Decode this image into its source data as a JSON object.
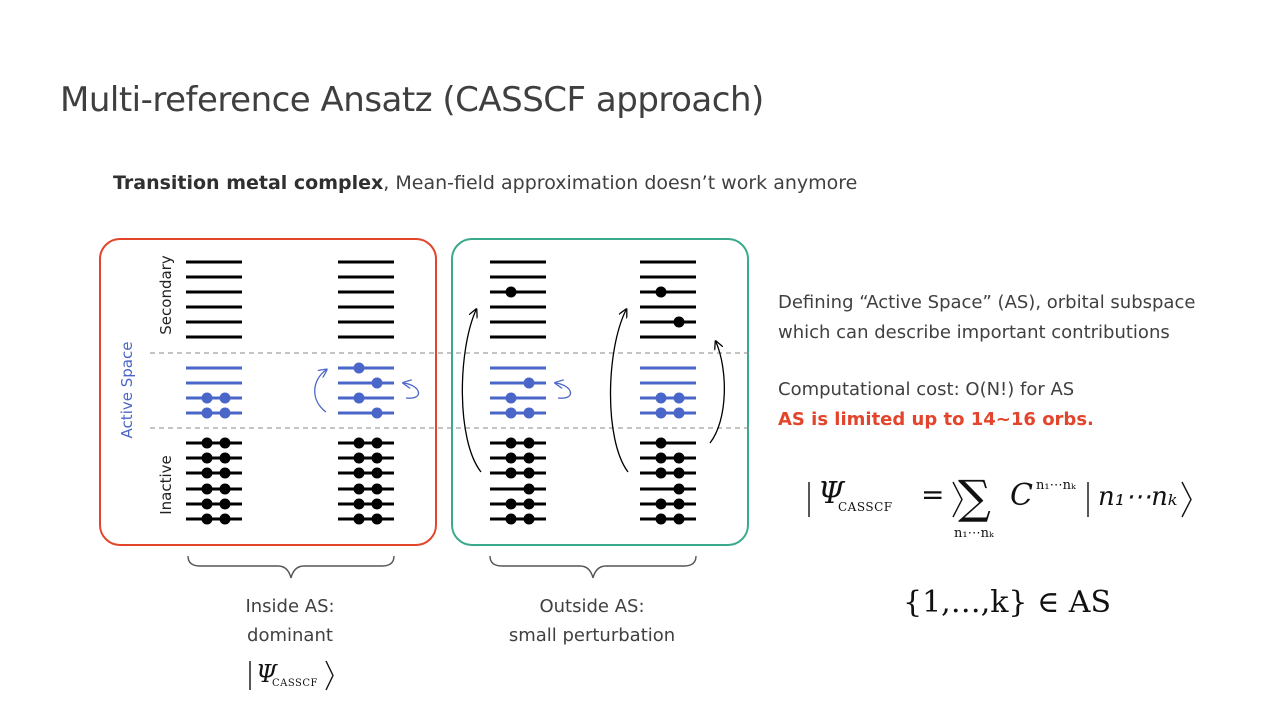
{
  "title": "Multi-reference Ansatz (CASSCF approach)",
  "subtitle": {
    "bold": "Transition metal complex",
    "rest": ", Mean-field approximation doesn’t work anymore"
  },
  "diagram": {
    "label_secondary": "Secondary",
    "label_active": "Active Space",
    "label_inactive": "Inactive",
    "colors": {
      "inside_box": "#e2452b",
      "outside_box": "#3aaa8c",
      "active": "#4a66c8",
      "levels": "#000000"
    },
    "columns": [
      {
        "secondary_electrons": [],
        "active_electrons": [
          [
            1,
            1
          ],
          [
            1,
            1
          ],
          [
            0,
            0
          ],
          [
            0,
            0
          ]
        ],
        "inactive_electrons": [
          [
            1,
            1
          ],
          [
            1,
            1
          ],
          [
            1,
            1
          ],
          [
            1,
            1
          ],
          [
            1,
            1
          ],
          [
            1,
            1
          ]
        ]
      },
      {
        "secondary_electrons": [],
        "active_electrons": [
          [
            0,
            1
          ],
          [
            1,
            0
          ],
          [
            0,
            1
          ],
          [
            1,
            0
          ]
        ],
        "inactive_electrons": [
          [
            1,
            1
          ],
          [
            1,
            1
          ],
          [
            1,
            1
          ],
          [
            1,
            1
          ],
          [
            1,
            1
          ],
          [
            1,
            1
          ]
        ]
      },
      {
        "secondary_electrons": [
          [
            0,
            0
          ],
          [
            0,
            0
          ],
          [
            1,
            0
          ],
          [
            0,
            0
          ],
          [
            0,
            0
          ],
          [
            0,
            0
          ]
        ],
        "active_electrons": [
          [
            1,
            1
          ],
          [
            1,
            0
          ],
          [
            0,
            1
          ],
          [
            0,
            0
          ]
        ],
        "inactive_electrons": [
          [
            1,
            1
          ],
          [
            1,
            1
          ],
          [
            0,
            1
          ],
          [
            1,
            1
          ],
          [
            1,
            1
          ],
          [
            1,
            1
          ]
        ]
      },
      {
        "secondary_electrons": [
          [
            0,
            0
          ],
          [
            0,
            0
          ],
          [
            1,
            0
          ],
          [
            0,
            0
          ],
          [
            0,
            1
          ],
          [
            0,
            0
          ]
        ],
        "active_electrons": [
          [
            1,
            1
          ],
          [
            1,
            1
          ],
          [
            0,
            0
          ],
          [
            0,
            0
          ]
        ],
        "inactive_electrons": [
          [
            1,
            1
          ],
          [
            1,
            1
          ],
          [
            0,
            1
          ],
          [
            1,
            1
          ],
          [
            1,
            1
          ],
          [
            1,
            0
          ]
        ]
      }
    ]
  },
  "description": {
    "line1": "Defining “Active Space” (AS), orbital subspace",
    "line2": "which can describe important contributions",
    "cost": "Computational cost: O(N!) for AS",
    "limit": "AS is limited up to 14~16 orbs."
  },
  "captions": {
    "inside_line1": "Inside AS:",
    "inside_line2": "dominant",
    "outside_line1": "Outside AS:",
    "outside_line2": "small perturbation"
  },
  "math": {
    "psi": "Ψ",
    "casscf": "CASSCF",
    "sum_index": "n₁⋯nₖ",
    "coeff_super": "n₁⋯nₖ",
    "ket": "n₁⋯nₖ",
    "set": "{1,…,k}",
    "in_as": "∈ AS"
  }
}
